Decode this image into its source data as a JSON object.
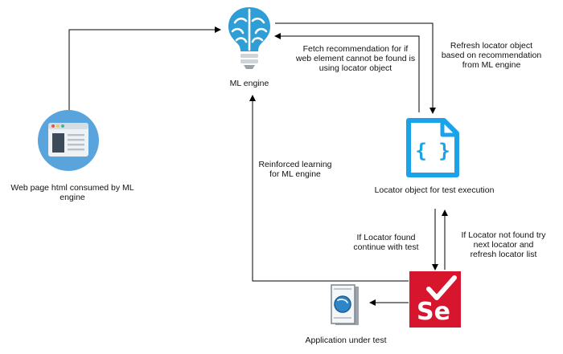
{
  "nodes": {
    "ml_engine": "ML engine",
    "web_page": "Web page html consumed by ML\nengine",
    "locator_object": "Locator object for test execution",
    "application": "Application under test",
    "selenium_logo_text": "Se"
  },
  "edges": {
    "fetch_recommendation": "Fetch recommendation for if\nweb element cannot be found is\nusing locator object",
    "refresh_locator": "Refresh locator object\nbased on recommendation\nfrom ML engine",
    "reinforced_learning": "Reinforced learning\nfor ML engine",
    "locator_found": "If Locator found\ncontinue with test",
    "locator_not_found": "If Locator not found try\nnext locator and\nrefresh locator list"
  },
  "icons": [
    "brain-bulb-icon",
    "webpage-icon",
    "code-file-icon",
    "selenium-icon",
    "application-icon"
  ],
  "colors": {
    "bulb_blue": "#2f9ed6",
    "page_circle": "#5aa4dd",
    "code_file": "#1aa3e8",
    "selenium_red": "#d7152d",
    "arrow": "#000000"
  }
}
